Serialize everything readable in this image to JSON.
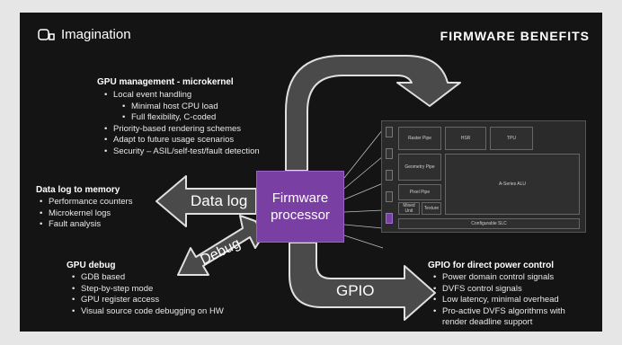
{
  "logo": {
    "icon": "imagination-logo-icon",
    "text": "Imagination"
  },
  "title": "FIRMWARE BENEFITS",
  "gpu_management": {
    "title": "GPU management - microkernel",
    "items": [
      {
        "text": "Local event handling",
        "level": 1
      },
      {
        "text": "Minimal host CPU load",
        "level": 2
      },
      {
        "text": "Full flexibility, C-coded",
        "level": 2
      },
      {
        "text": "Priority-based rendering schemes",
        "level": 1
      },
      {
        "text": "Adapt to future usage scenarios",
        "level": 1
      },
      {
        "text": "Security – ASIL/self-test/fault detection",
        "level": 1
      }
    ]
  },
  "data_log": {
    "title": "Data log to memory",
    "items": [
      "Performance counters",
      "Microkernel logs",
      "Fault analysis"
    ]
  },
  "gpu_debug": {
    "title": "GPU debug",
    "items": [
      "GDB based",
      "Step-by-step mode",
      "GPU register access",
      "Visual source code debugging on HW"
    ]
  },
  "gpio_section": {
    "title": "GPIO for direct power control",
    "items": [
      "Power domain control signals",
      "DVFS control signals",
      "Low latency, minimal overhead",
      "Pro-active DVFS algorithms with",
      "render deadline support"
    ]
  },
  "arrows": {
    "data_log": "Data log",
    "debug": "Debug",
    "gpio": "GPIO"
  },
  "firmware_box": {
    "line1": "Firmware",
    "line2": "processor"
  },
  "chip": {
    "raster_pipe": "Raster Pipe",
    "hsr": "HSR",
    "tpu": "TPU",
    "geometry_pipe": "Geometry Pipe",
    "pixel_pipe": "Pixel Pipe",
    "mixed_unit": "Mixed Unit",
    "texture": "Texture",
    "alu": "A-Series ALU",
    "slc": "Configurable SLC"
  },
  "colors": {
    "background": "#141414",
    "accent": "#7a3fa2",
    "arrow_fill": "#4a4a4a",
    "arrow_stroke": "#e0e0e0"
  }
}
